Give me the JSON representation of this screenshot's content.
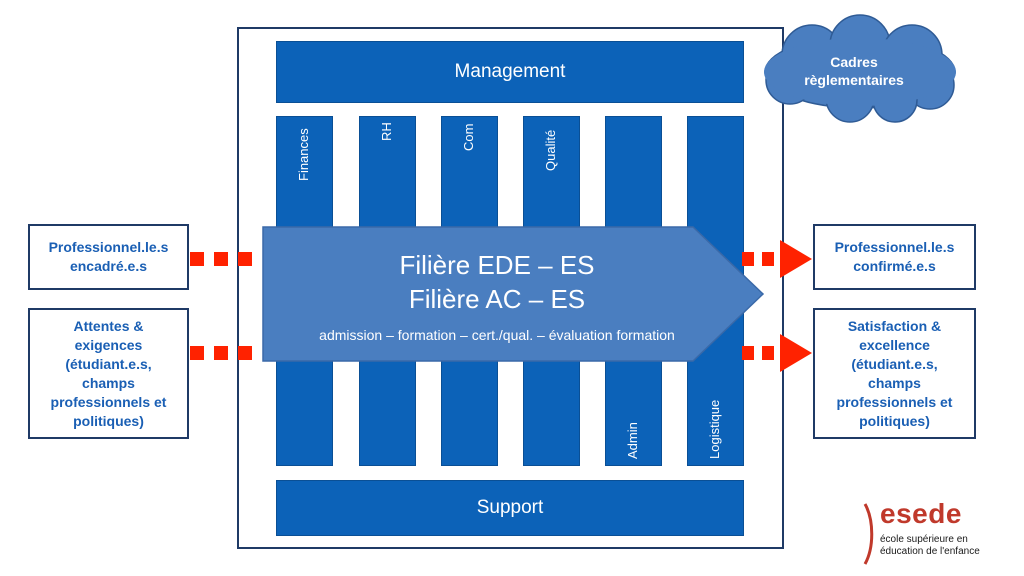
{
  "diagram": {
    "management_label": "Management",
    "support_label": "Support",
    "columns": {
      "finances": "Finances",
      "rh": "RH",
      "com": "Com",
      "qualite": "Qualité",
      "admin": "Admin",
      "logistique": "Logistique"
    },
    "cloud_label_line1": "Cadres",
    "cloud_label_line2": "règlementaires",
    "arrow": {
      "line1": "Filière EDE – ES",
      "line2": "Filière AC – ES",
      "line3": "admission – formation – cert./qual. – évaluation formation"
    },
    "inputs": {
      "top": [
        "Professionnel.le.s",
        "encadré.e.s"
      ],
      "bottom": [
        "Attentes &",
        "exigences",
        "(étudiant.e.s,",
        "champs",
        "professionnels et",
        "politiques)"
      ]
    },
    "outputs": {
      "top": [
        "Professionnel.le.s",
        "confirmé.e.s"
      ],
      "bottom": [
        "Satisfaction &",
        "excellence",
        "(étudiant.e.s,",
        "champs",
        "professionnels et",
        "politiques)"
      ]
    }
  },
  "logo": {
    "wordmark": "esede",
    "tagline_line1": "école supérieure en",
    "tagline_line2": "éducation de l'enfance"
  },
  "colors": {
    "blue": "#0c62b8",
    "arrow_blue": "#4a7ec0",
    "red_arrow": "#ff2200",
    "logo_red": "#c0392b"
  }
}
